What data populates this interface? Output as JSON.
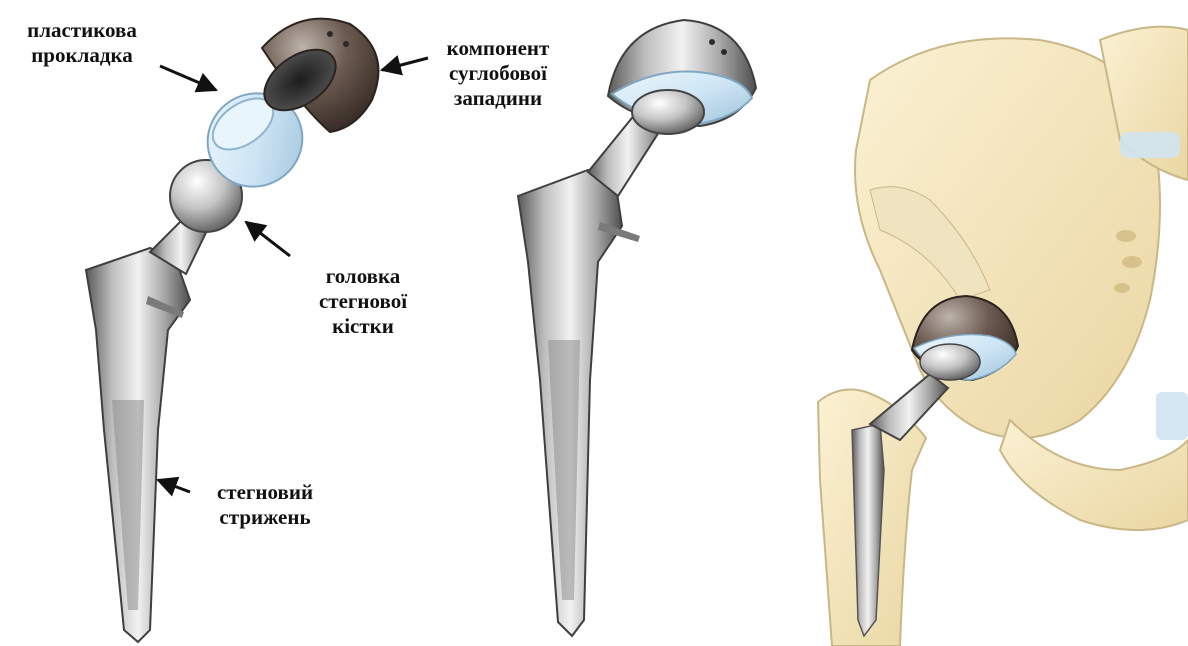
{
  "colors": {
    "metal_dark": "#4a4a4a",
    "metal_light": "#e8e8e8",
    "cup_dark": "#4d3f37",
    "liner": "#c9e3f2",
    "bone": "#f1e2b8",
    "bone_outline": "#c9b787"
  },
  "labels": {
    "liner": [
      "пластикова",
      "прокладка"
    ],
    "cup": [
      "компонент",
      "суглобової",
      "западини"
    ],
    "head": [
      "головка",
      "стегнової",
      "кістки"
    ],
    "stem": [
      "стегновий",
      "стрижень"
    ]
  }
}
